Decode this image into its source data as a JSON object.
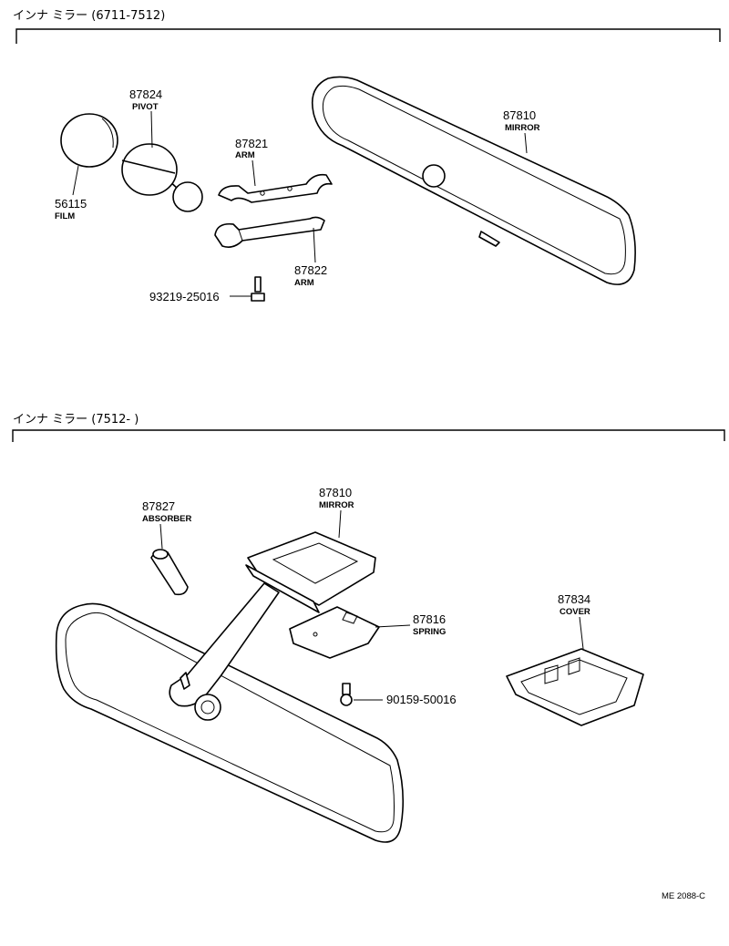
{
  "sections": [
    {
      "title": "インナ ミラー (6711-7512)"
    },
    {
      "title": "インナ ミラー (7512-      )"
    }
  ],
  "parts": [
    {
      "number": "87824",
      "name": "PIVOT"
    },
    {
      "number": "56115",
      "name": "FILM"
    },
    {
      "number": "87821",
      "name": "ARM"
    },
    {
      "number": "87822",
      "name": "ARM"
    },
    {
      "number": "93219-25016",
      "name": ""
    },
    {
      "number": "87810",
      "name": "MIRROR"
    },
    {
      "number": "87827",
      "name": "ABSORBER"
    },
    {
      "number": "87810",
      "name": "MIRROR"
    },
    {
      "number": "87816",
      "name": "SPRING"
    },
    {
      "number": "90159-50016",
      "name": ""
    },
    {
      "number": "87834",
      "name": "COVER"
    }
  ],
  "reference": "ME 2088-C"
}
